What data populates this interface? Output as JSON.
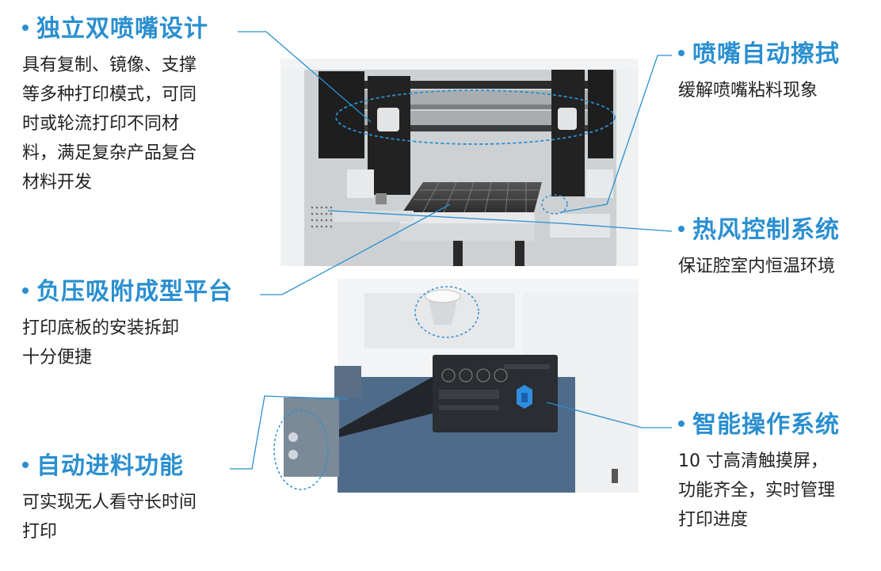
{
  "features": [
    {
      "id": "dual-nozzle",
      "title": "独立双喷嘴设计",
      "desc": [
        "具有复制、镜像、支撑",
        "等多种打印模式，可同",
        "时或轮流打印不同材",
        "料，满足复杂产品复合",
        "材料开发"
      ]
    },
    {
      "id": "nozzle-wipe",
      "title": "喷嘴自动擦拭",
      "desc": [
        "缓解喷嘴粘料现象"
      ]
    },
    {
      "id": "hot-air",
      "title": "热风控制系统",
      "desc": [
        "保证腔室内恒温环境"
      ]
    },
    {
      "id": "vacuum-platform",
      "title": "负压吸附成型平台",
      "desc": [
        "打印底板的安装拆卸",
        "十分便捷"
      ]
    },
    {
      "id": "smart-os",
      "title": "智能操作系统",
      "desc": [
        "10 寸高清触摸屏，",
        "功能齐全，实时管理",
        "打印进度"
      ]
    },
    {
      "id": "auto-feed",
      "title": "自动进料功能",
      "desc": [
        "可实现无人看守长时间",
        "打印"
      ]
    }
  ],
  "colors": {
    "accent": "#2a8fd0",
    "text": "#222222",
    "panel": "#f3f4f5",
    "door": "#4f6b8a"
  },
  "icons": [
    "machine-interior-photo",
    "machine-exterior-photo",
    "touchscreen-panel",
    "feed-button"
  ]
}
